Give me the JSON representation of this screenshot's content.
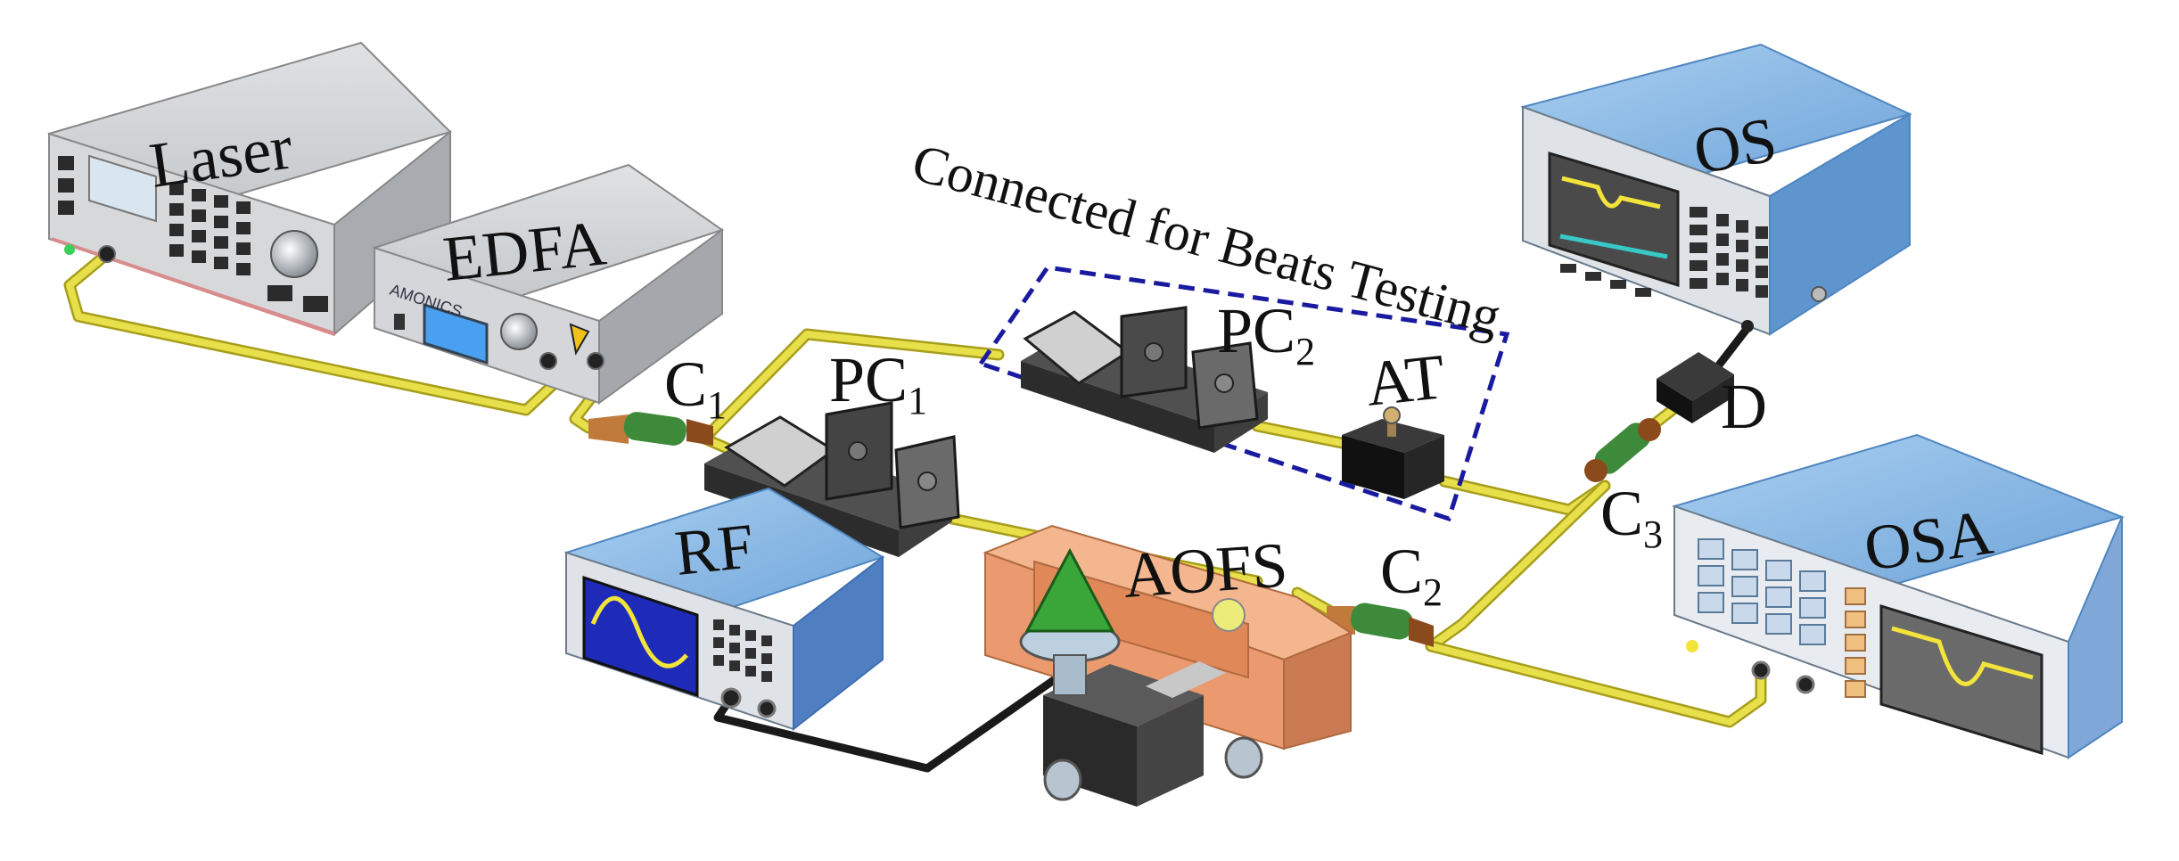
{
  "diagram": {
    "caption": "Connected for Beats Testing",
    "brand_text": "AMONICS",
    "labels": {
      "laser": "Laser",
      "edfa": "EDFA",
      "os": "OS",
      "osa": "OSA",
      "rf": "RF",
      "aofs": "AOFS",
      "at": "AT",
      "d": "D"
    },
    "couplers": {
      "c1": {
        "base": "C",
        "sub": "1"
      },
      "c2": {
        "base": "C",
        "sub": "2"
      },
      "c3": {
        "base": "C",
        "sub": "3"
      }
    },
    "controllers": {
      "pc1": {
        "base": "PC",
        "sub": "1"
      },
      "pc2": {
        "base": "PC",
        "sub": "2"
      }
    },
    "colors": {
      "fiber": "#e8e04a",
      "fiber_edge": "#a79e1c",
      "rf_cable": "#1a1a1a",
      "box_gray": "#c9cccf",
      "box_blue": "#5f95cf",
      "box_light_blue": "#9fc6ea",
      "aofs_orange": "#eb9a6f",
      "dashed_box": "#1a1aa0",
      "coupler_green": "#3d8a3a",
      "coupler_brown": "#8a4a1c"
    }
  }
}
